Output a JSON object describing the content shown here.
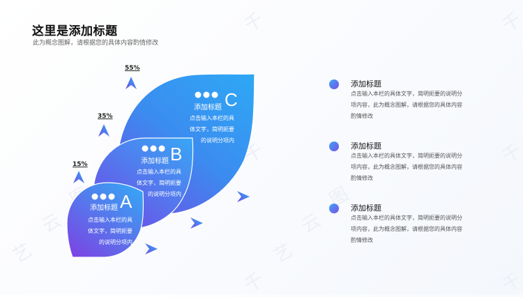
{
  "header": {
    "title": "这里是添加标题",
    "subtitle": "此为概念图解，请根据您的具体内容酌情修改"
  },
  "watermark": {
    "chars": [
      "千",
      "千",
      "千",
      "千",
      "艺",
      "云",
      "图",
      "艺",
      "云",
      "图",
      "千",
      "千"
    ]
  },
  "colors": {
    "gradient_start": "#3aa7f5",
    "gradient_end": "#7b4fe8"
  },
  "blobs": [
    {
      "letter": "A",
      "heading": "添加标题",
      "body_lines": [
        "点击输入本栏的具",
        "体文字，简明扼要",
        "的说明分项内"
      ],
      "percent": "15%"
    },
    {
      "letter": "B",
      "heading": "添加标题",
      "body_lines": [
        "点击输入本栏的具",
        "体文字，简明扼要",
        "的说明分项内"
      ],
      "percent": "35%"
    },
    {
      "letter": "C",
      "heading": "添加标题",
      "body_lines": [
        "点击输入本栏的具",
        "体文字，简明扼要",
        "的说明分项内"
      ],
      "percent": "55%"
    }
  ],
  "right_items": [
    {
      "title": "添加标题",
      "body_lines": [
        "点击输入本栏的具体文字，简明扼要的说明分",
        "项内容，此为概念图解，请根据您的具体内容",
        "酌情修改"
      ]
    },
    {
      "title": "添加标题",
      "body_lines": [
        "点击输入本栏的具体文字，简明扼要的说明分",
        "项内容，此为概念图解，请根据您的具体内容",
        "酌情修改"
      ]
    },
    {
      "title": "添加标题",
      "body_lines": [
        "点击输入本栏的具体文字，简明扼要的说明分",
        "项内容，此为概念图解，请根据您的具体内容",
        "酌情修改"
      ]
    }
  ]
}
